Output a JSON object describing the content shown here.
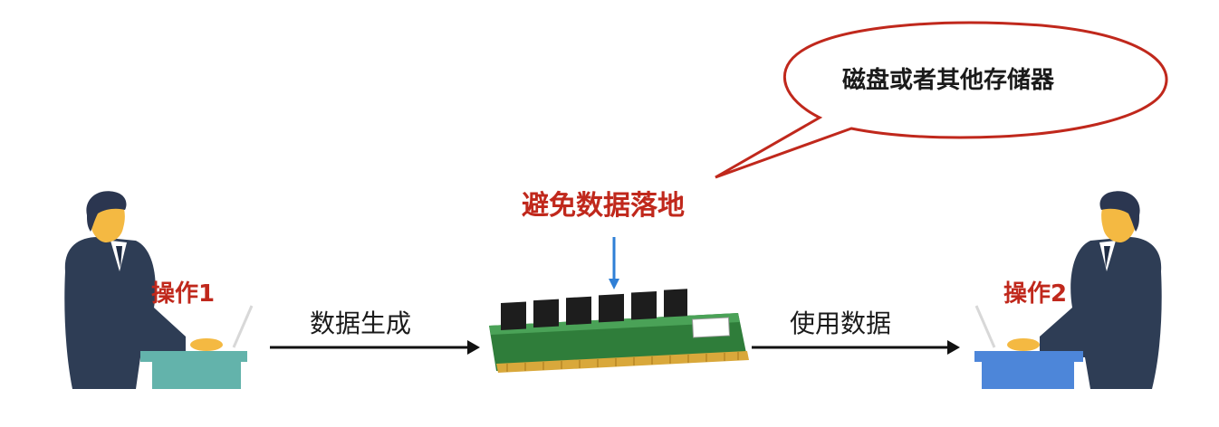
{
  "colors": {
    "accent_red": "#c0281c",
    "arrow_blue": "#2f7fd6",
    "desk_left": "#63b3ab",
    "desk_right": "#4d86d9"
  },
  "bubble": {
    "text": "磁盘或者其他存储器"
  },
  "center": {
    "label": "避免数据落地"
  },
  "left_person": {
    "label": "操作1"
  },
  "right_person": {
    "label": "操作2"
  },
  "flow": {
    "generate_label": "数据生成",
    "use_label": "使用数据"
  },
  "icons": {
    "person_left": "person-at-laptop-icon",
    "person_right": "person-at-laptop-icon",
    "memory": "ram-module-icon"
  }
}
